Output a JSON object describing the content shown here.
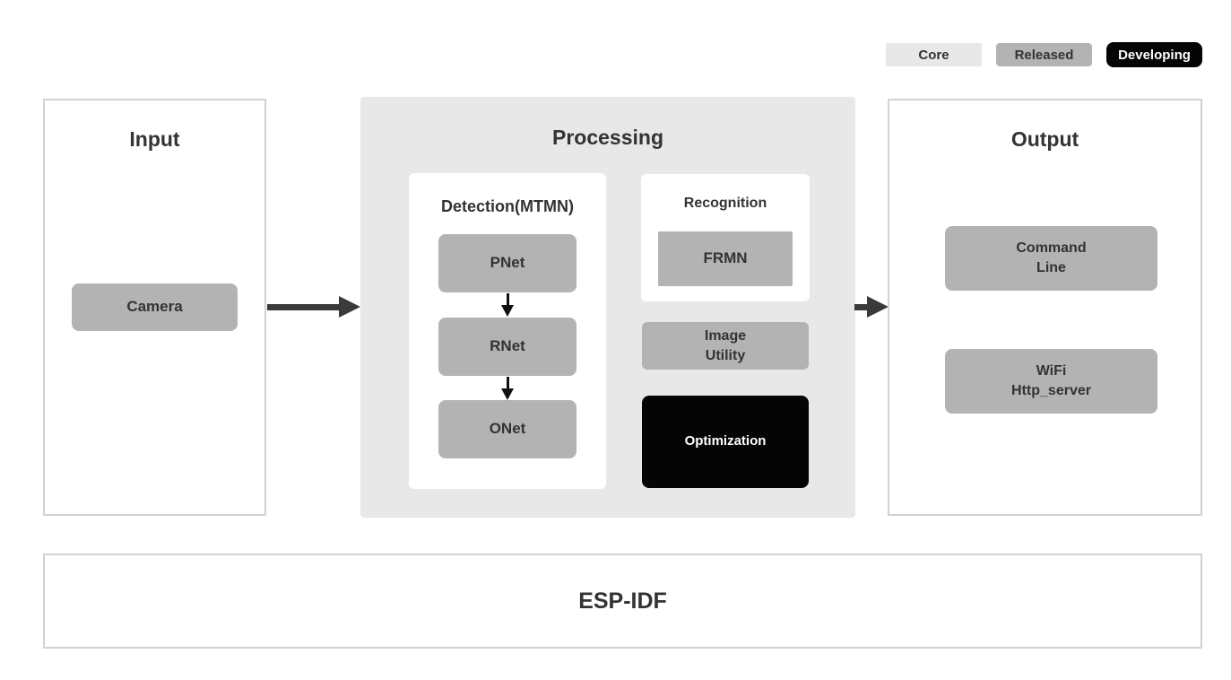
{
  "legend": {
    "core_label": "Core",
    "released_label": "Released",
    "developing_label": "Developing"
  },
  "input": {
    "title": "Input",
    "camera_label": "Camera"
  },
  "processing": {
    "title": "Processing",
    "detection": {
      "title": "Detection(MTMN)",
      "pnet_label": "PNet",
      "rnet_label": "RNet",
      "onet_label": "ONet"
    },
    "recognition": {
      "title": "Recognition",
      "frmn_label": "FRMN"
    },
    "image_utility": {
      "line1": "Image",
      "line2": "Utility"
    },
    "optimization_label": "Optimization"
  },
  "output": {
    "title": "Output",
    "command_line": {
      "line1": "Command",
      "line2": "Line"
    },
    "wifi": {
      "line1": "WiFi",
      "line2": "Http_server"
    }
  },
  "foundation": {
    "title": "ESP-IDF"
  },
  "colors": {
    "container_gray": "#e8e8e8",
    "node_gray": "#b3b3b3",
    "developing_black": "#050505",
    "panel_border": "#d2d2d2",
    "text_dark": "#333333",
    "arrow_dark": "#3a3a3a"
  }
}
